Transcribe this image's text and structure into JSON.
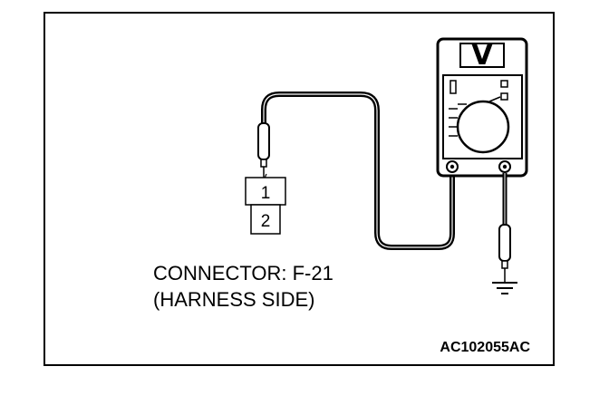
{
  "diagram": {
    "connector": {
      "name_line": "CONNECTOR: F-21",
      "side_line": "(HARNESS SIDE)",
      "pins": [
        "1",
        "2"
      ]
    },
    "meter": {
      "mode_label": "V"
    },
    "figure_code": "AC102055AC"
  },
  "icons": {
    "meter": "voltmeter-icon",
    "ground": "ground-icon",
    "probe": "test-probe-icon"
  }
}
